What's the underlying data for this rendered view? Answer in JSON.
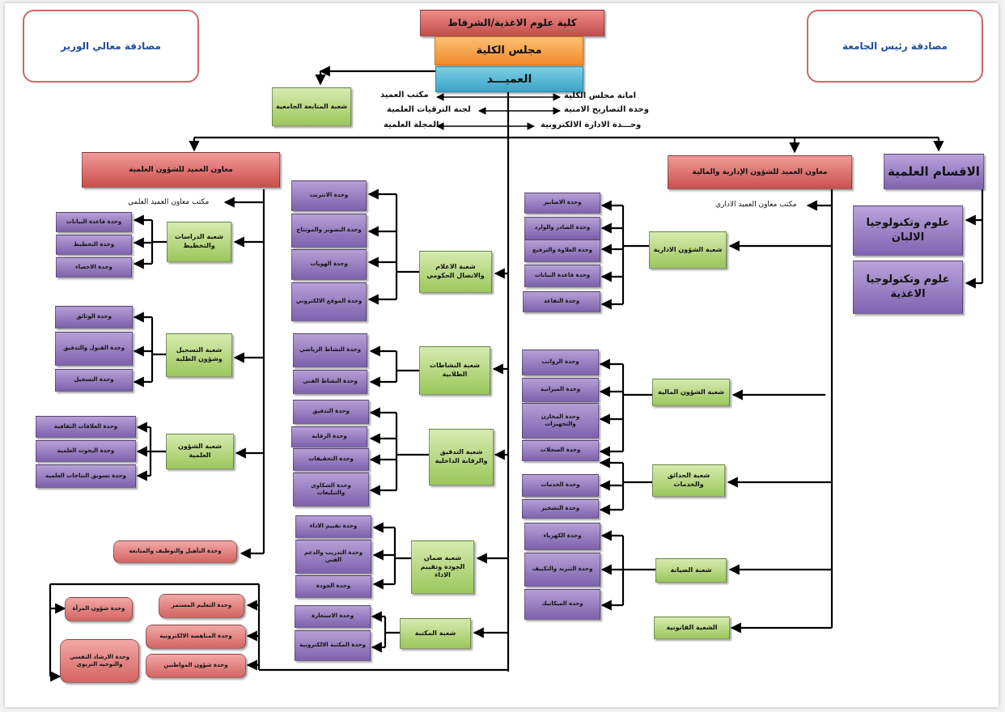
{
  "header": {
    "title": "كلية علوم الاغذية/الشرقاط",
    "council": "مجلس الكلية",
    "dean": "العميـــد"
  },
  "approvals": {
    "minister": "مصادقة معالي الوزير",
    "president": "مصادقة رئيس الجامعة"
  },
  "dean_links": {
    "follow_up": "شعبة المتابعة الجامعية",
    "dean_office": "مكتب العميد",
    "promotions": "لجنة الترقيات العلمية",
    "journal": "المجلة العلمية",
    "council_secretariat": "امانة مجلس الكلية",
    "security": "وحدة التصاريح الامنية",
    "e_admin": "وحـــدة الادارة الالكترونية"
  },
  "scientific": {
    "title": "معاون العميد للشؤون العلمية",
    "office": "مكتب معاون العميد العلمي",
    "studies": {
      "name": "شعبة الدراسات والتخطيط",
      "units": [
        "وحدة قاعدة البيانات",
        "وحدة التخطيط",
        "وحدة الاحصاء"
      ]
    },
    "registration": {
      "name": "شعبة التسجيل وشؤون الطلبة",
      "units": [
        "وحدة الوثائق",
        "وحدة القبول والتدقيق",
        "وحدة التسجيل"
      ]
    },
    "sci_affairs": {
      "name": "شعبة الشؤون العلمية",
      "units": [
        "وحدة العلاقات الثقافية",
        "وحدة البحوث العلمية",
        "وحدة تسويق النتاجات العلمية"
      ]
    },
    "rehab": "وحدة التأهيل والتوظيف والمتابعة",
    "bottom": [
      "وحدة شؤون المرأة",
      "وحدة الارشاد النفسي والتوجيه التربوي",
      "وحدة التعليم المستمر",
      "وحدة المناهضة الالكترونية",
      "وحدة شؤون المواطنين"
    ]
  },
  "center": {
    "media": {
      "name": "شعبة الاعلام والاتصال الحكومي",
      "units": [
        "وحدة الانترنت",
        "وحدة التصوير والمونتاج",
        "وحدة الهويات",
        "وحدة الموقع الالكتروني"
      ]
    },
    "activities": {
      "name": "شعبة النشاطات الطلابية",
      "units": [
        "وحدة النشاط الرياضي",
        "وحدة النشاط الفني"
      ]
    },
    "audit": {
      "name": "شعبة التدقيق والرقابة الداخلية",
      "units": [
        "وحدة التدقيق",
        "وحدة الرقابة",
        "وحدة التحقيقات",
        "وحدة الشكاوى والتبليغات"
      ]
    },
    "quality": {
      "name": "شعبة ضمان الجودة وتقييم الاداء",
      "units": [
        "وحدة تقييم الاداء",
        "وحدة التدريب والدعم الفني",
        "وحدة الجودة"
      ]
    },
    "library": {
      "name": "شعبة المكتبة",
      "units": [
        "وحدة الاستعارة",
        "وحدة المكتبة الالكترونية"
      ]
    }
  },
  "admin": {
    "title": "معاون العميد للشؤون الإدارية والمالية",
    "office": "مكتب معاون العميد الاداري",
    "administrative": {
      "name": "شعبة الشؤون الادارية",
      "units": [
        "وحدة الاضابير",
        "وحدة الصادر والوارد",
        "وحدة العلاوة والترفيع",
        "وحدة قاعدة البيانات",
        "وحدة التقاعد"
      ]
    },
    "financial": {
      "name": "شعبة الشؤون المالية",
      "units": [
        "وحدة الرواتب",
        "وحدة الميزانية",
        "وحدة المخازن والتجهيزات",
        "وحدة السجلات"
      ]
    },
    "gardens": {
      "name": "شعبة الحدائق والخدمات",
      "units": [
        "وحدة الخدمات",
        "وحدة التشجير"
      ]
    },
    "maintenance": {
      "name": "شعبة الصيانة",
      "units": [
        "وحدة الكهرباء",
        "وحدة التبريد والتكييف",
        "وحدة الميكانيك"
      ]
    },
    "legal": "الشعبة القانونية"
  },
  "departments": {
    "title": "الاقسام العلمية",
    "items": [
      "علوم وتكنولوجيا الالبان",
      "علوم وتكنولوجيا الاغذية"
    ]
  },
  "colors": {
    "unit": "#8a70b8",
    "division": "#a9d06c",
    "deputy": "#d9605d",
    "council": "#f5a24a",
    "dean": "#4db3d4",
    "approval_border": "#c86a6a",
    "approval_text": "#1f4e9e"
  }
}
